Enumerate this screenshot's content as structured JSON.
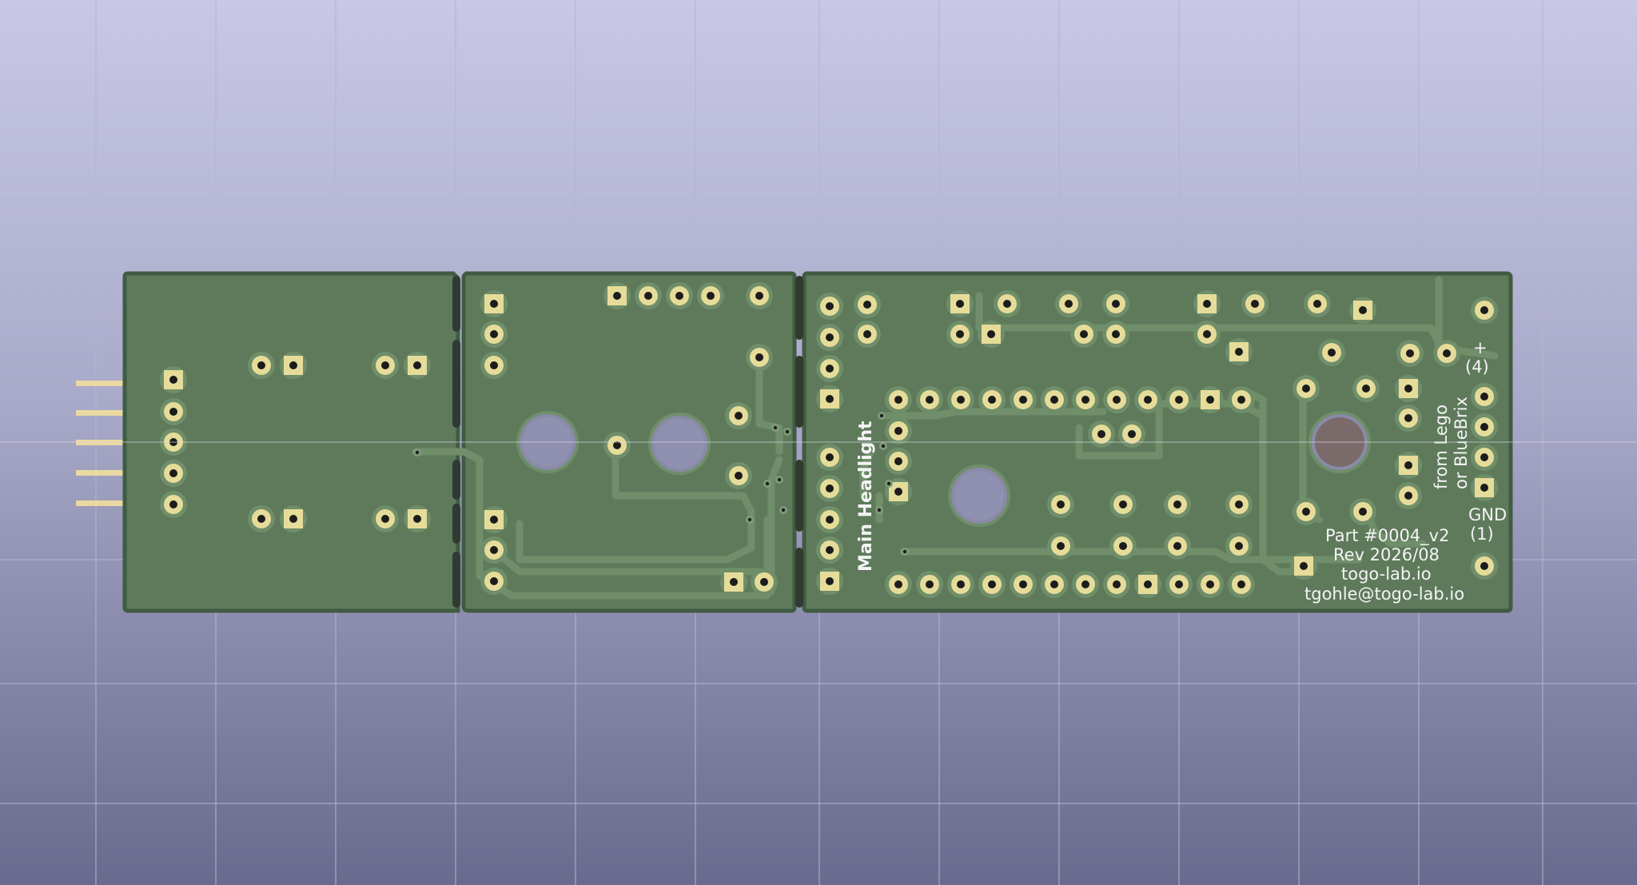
{
  "viewer": {
    "colors": {
      "background_top": "#c8c8e6",
      "background_bottom": "#6a6a8e",
      "grid": "#b4b4d2",
      "board": "#5e7a5b",
      "board_edge": "#3f5c42",
      "copper": "#6d8a66",
      "pad": "#e6dc9a",
      "hole": "#1c1c1c",
      "silkscreen": "#f4f4f4",
      "header_pin": "#e9d9a0"
    }
  },
  "pcb": {
    "label_headlight": "Main Headlight",
    "label_from": "from Lego",
    "label_bluebrix": "or BlueBrix",
    "label_plus": "+",
    "label_pin4": "(4)",
    "label_gnd": "GND",
    "label_pin1": "(1)",
    "label_part": "Part #0004_v2",
    "label_rev": "Rev 2026/08",
    "label_site": "togo-lab.io",
    "label_email": "tgohle@togo-lab.io"
  }
}
